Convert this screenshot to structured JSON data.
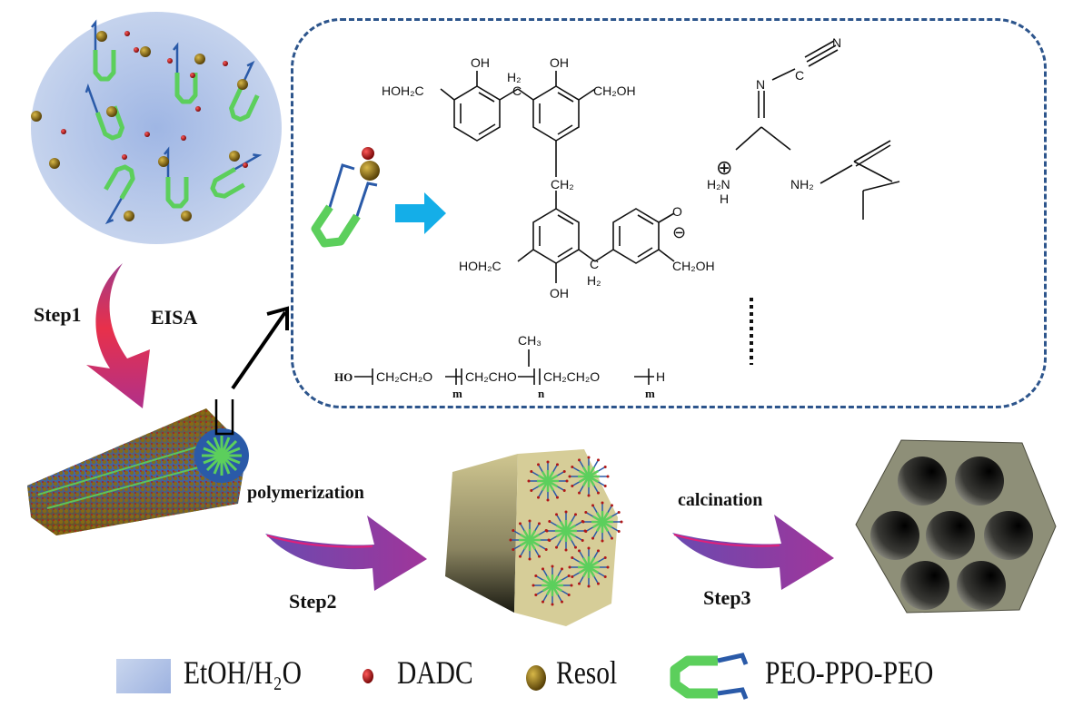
{
  "colors": {
    "solvent_blue": "#b8c9e8",
    "dadc_red": "#b01818",
    "resol_gold": "#8a6a10",
    "peo_blue": "#2a5aa8",
    "ppo_green": "#5ccf5c",
    "box_border": "#2d558c",
    "cyan_arrow": "#14aee8",
    "magenta_arrow": "#9b3aa0",
    "red_arrow": "#e33a4a",
    "framework_gray": "#8e8f78",
    "composite_tan": "#c9bf88"
  },
  "steps": {
    "step1_label": "Step1",
    "step1_method": "EISA",
    "step2_label": "Step2",
    "step2_method": "polymerization",
    "step3_label": "Step3",
    "step3_method": "calcination"
  },
  "structure": {
    "resol": {
      "oh_top_left": "OH",
      "oh_top_right": "OH",
      "h2_top": "H2",
      "hoh2c_top": "HOH2C",
      "ch2oh_top": "CH2OH",
      "ch2_middle": "CH2",
      "hoh2c_bottom": "HOH2C",
      "oh_bottom": "OH",
      "h2_bottom": "H2",
      "ch2oh_bottom": "CH2OH",
      "o_minus": "O",
      "minus_sign": "⊖"
    },
    "dadc": {
      "n_top": "N",
      "c": "C",
      "n_mid": "N",
      "plus_sign": "⊕",
      "h2n": "H2N",
      "h": "H",
      "nh2": "NH2"
    },
    "copolymer": {
      "ho": "HO",
      "peo1": "CH2CH2O",
      "m1": "m",
      "ppo": "CH2CHO",
      "ch3": "CH3",
      "n": "n",
      "peo2": "CH2CH2O",
      "m2": "m",
      "h_end": "H"
    }
  },
  "legend": [
    {
      "icon": "solvent-swatch",
      "label": "EtOH/H2O"
    },
    {
      "icon": "dadc-sphere",
      "label": "DADC"
    },
    {
      "icon": "resol-sphere",
      "label": "Resol"
    },
    {
      "icon": "copolymer-glyph",
      "label": "PEO-PPO-PEO"
    }
  ]
}
